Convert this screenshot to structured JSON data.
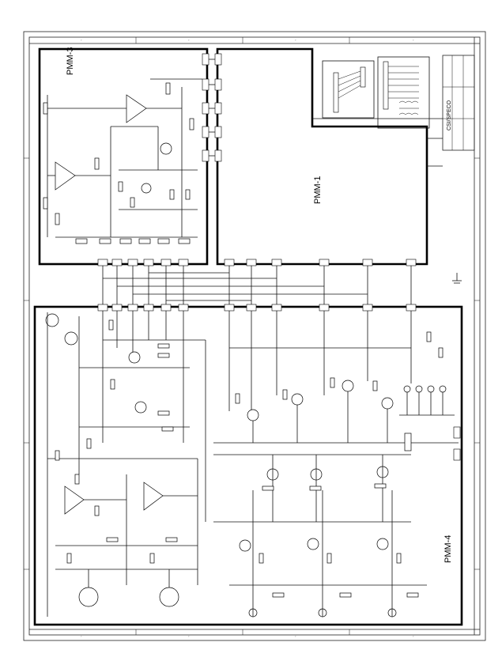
{
  "blocks": {
    "pmm3": "PMM-3",
    "pmm1": "PMM-1",
    "pmm4": "PMM-4"
  },
  "title_block": {
    "brand": "CSI/SPECO"
  },
  "colors": {
    "ink": "#000000",
    "paper": "#ffffff"
  }
}
